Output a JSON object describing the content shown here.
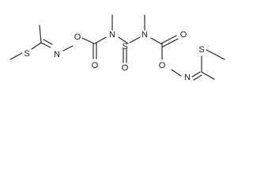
{
  "structure": {
    "atoms": {
      "s_left": "S",
      "n_left_imine": "N",
      "o_left_ester": "O",
      "o_left_carbonyl": "O",
      "n_center_left": "N",
      "s_center": "S",
      "o_sulfinyl": "O",
      "n_center_right": "N",
      "o_right_carbonyl": "O",
      "o_right_ester": "O",
      "n_right_imine": "N",
      "s_right": "S"
    },
    "bond_color": "#222222",
    "label_color": "#222222",
    "background": "#ffffff"
  }
}
